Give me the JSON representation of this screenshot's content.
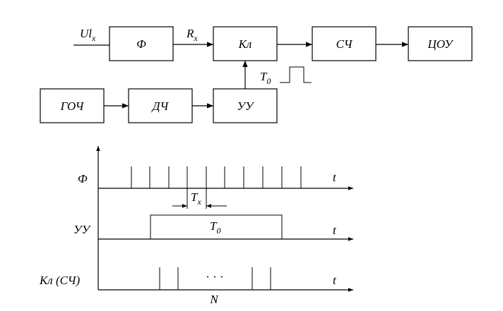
{
  "block_diagram": {
    "input_signal": {
      "symbol": "Ul",
      "subscript": "x"
    },
    "shaper_output": {
      "symbol": "R",
      "subscript": "x"
    },
    "gate_pulse": {
      "symbol": "T",
      "subscript": "0"
    },
    "blocks": {
      "shaper": "Ф",
      "gate": "Кл",
      "counter": "СЧ",
      "display": "ЦОУ",
      "generator": "ГОЧ",
      "divider": "ДЧ",
      "control_unit": "УУ"
    }
  },
  "timing_diagram": {
    "time_symbol": "t",
    "rows": {
      "shaper": "Ф",
      "control_unit": "УУ",
      "gate_counter": "Кл (СЧ)"
    },
    "period": {
      "symbol": "T",
      "subscript": "x"
    },
    "gate_pulse": {
      "symbol": "T",
      "subscript": "0"
    },
    "ellipsis": "·  ·  ·",
    "count": "N"
  }
}
